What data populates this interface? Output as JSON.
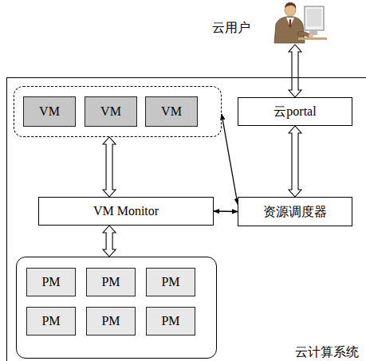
{
  "diagram": {
    "nodes": [
      {
        "text": [
          "云用户"
        ]
      },
      {
        "text": [
          "云计算系统"
        ]
      },
      {
        "text": [
          "云portal"
        ],
        "in": 1
      },
      {
        "text": [],
        "in": 1
      },
      {
        "text": [
          "VM"
        ],
        "in": 3
      },
      {
        "text": [
          "VM"
        ],
        "in": 3
      },
      {
        "text": [
          "VM"
        ],
        "in": 3
      },
      {
        "text": [
          "VM Monitor"
        ],
        "in": 1
      },
      {
        "text": [
          "资源调度器"
        ],
        "in": 1
      },
      {
        "text": [],
        "in": 1
      },
      {
        "text": [
          "PM"
        ],
        "in": 9
      },
      {
        "text": [
          "PM"
        ],
        "in": 9
      },
      {
        "text": [
          "PM"
        ],
        "in": 9
      },
      {
        "text": [
          "PM"
        ],
        "in": 9
      },
      {
        "text": [
          "PM"
        ],
        "in": 9
      },
      {
        "text": [
          "PM"
        ],
        "in": 9
      }
    ],
    "edges": [
      {
        "from": 0,
        "to": 2,
        "arrow": "both"
      },
      {
        "from": 2,
        "to": 8,
        "arrow": "both"
      },
      {
        "from": 3,
        "to": 7,
        "arrow": "both"
      },
      {
        "from": 3,
        "to": 8,
        "arrow": "both"
      },
      {
        "from": 7,
        "to": 8,
        "arrow": "both"
      },
      {
        "from": 7,
        "to": 9,
        "arrow": "both"
      }
    ]
  }
}
